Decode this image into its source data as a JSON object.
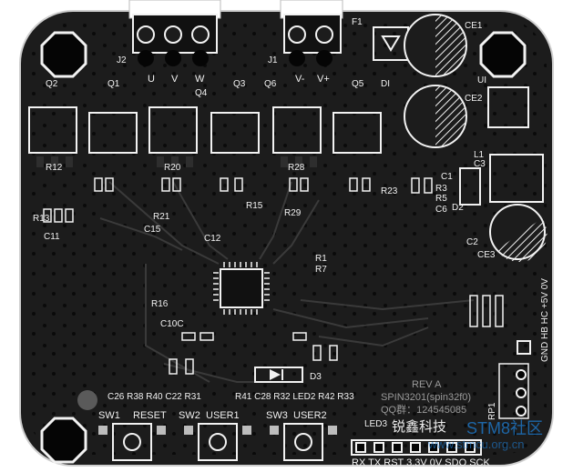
{
  "board": {
    "connectors": {
      "j2": "J2",
      "j1": "J1",
      "f1": "F1"
    },
    "phases": {
      "u": "U",
      "v": "V",
      "w": "W",
      "vminus": "V-",
      "vplus": "V+"
    },
    "transistors": {
      "q1": "Q1",
      "q2": "Q2",
      "q3": "Q3",
      "q4": "Q4",
      "q5": "Q5",
      "q6": "Q6"
    },
    "capacitors": {
      "ce1": "CE1",
      "ce2": "CE2",
      "ce3": "CE3",
      "c1": "C1",
      "c2": "C2",
      "c3": "C3",
      "c6": "C6"
    },
    "misc": {
      "di": "DI",
      "u1": "UI",
      "l1": "L1",
      "d2": "D2",
      "d3": "D3",
      "rp1": "RP1"
    },
    "resistors": {
      "r12": "R12",
      "r20": "R20",
      "r28": "R28",
      "r13": "R13",
      "r3": "R3",
      "r5": "R5",
      "r1": "R1",
      "r7": "R7",
      "r23": "R23",
      "r15": "R15",
      "r21": "R21",
      "r29": "R29",
      "r16": "R16"
    },
    "misc_parts": {
      "c12": "C12",
      "c15": "C15",
      "c11": "C11",
      "c10c": "C10C"
    },
    "right_header": "GND HB HC +5V 0V",
    "bottom_row": "C26 R38 R40 C22 R31",
    "bottom_row2": "R41 C28 R32 LED2 R42 R33",
    "switches": {
      "sw1": "SW1",
      "reset": "RESET",
      "sw2": "SW2",
      "user1": "USER1",
      "sw3": "SW3",
      "user2": "USER2"
    },
    "rev": "REV A",
    "chip": "SPIN3201(spin32f0)",
    "qq": "QQ群：124545085",
    "brand": "锐鑫科技",
    "led3": "LED3",
    "pin_labels": "RX TX RST 3.3V 0V SDO SCK",
    "watermark": "STM8社区",
    "watermark_url": "www.stmcu.org.cn"
  },
  "colors": {
    "board": "#1c1c1c",
    "copper": "#2a2a2a",
    "silk": "#f2f2f2",
    "background": "#ffffff",
    "watermark": "#1e7fd6"
  }
}
